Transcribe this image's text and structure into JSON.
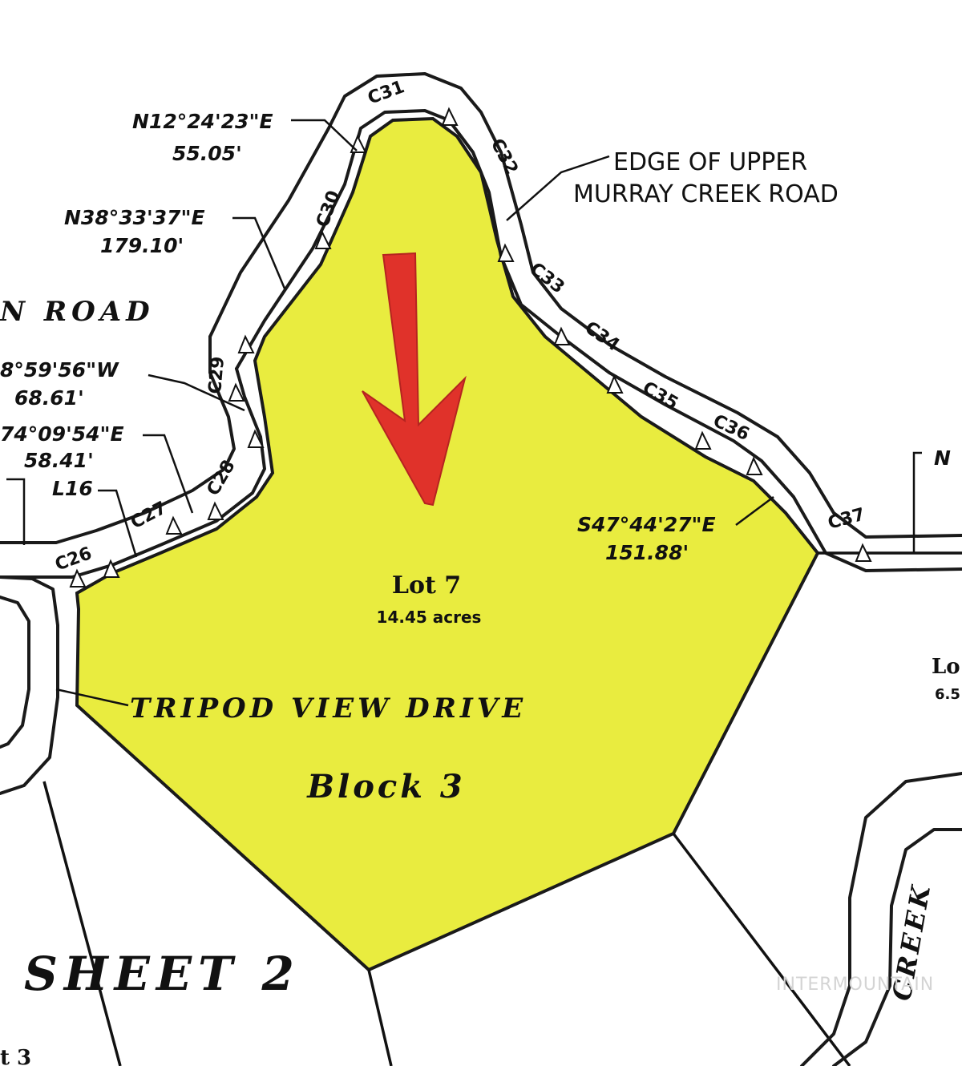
{
  "colors": {
    "lot_highlight": "#e9ec3f",
    "arrow": "#e0322a",
    "lines": "#111111",
    "background": "#ffffff"
  },
  "road_labels": {
    "upper_edge_line1": "EDGE OF UPPER",
    "upper_edge_line2": "MURRAY CREEK ROAD",
    "left_road": "N  ROAD",
    "tripod": "TRIPOD VIEW DRIVE",
    "creek": "CREEK"
  },
  "lot": {
    "name": "Lot 7",
    "area": "14.45 acres",
    "block": "Block 3"
  },
  "sheet_label": "SHEET 2",
  "bearings": [
    {
      "bearing": "N12°24'23\"E",
      "distance": "55.05'"
    },
    {
      "bearing": "N38°33'37\"E",
      "distance": "179.10'"
    },
    {
      "bearing": "8°59'56\"W",
      "distance": "68.61'"
    },
    {
      "bearing": "74°09'54\"E",
      "distance": "58.41'"
    },
    {
      "bearing": "S47°44'27\"E",
      "distance": "151.88'"
    }
  ],
  "line_label": "L16",
  "curves": [
    "C26",
    "C27",
    "C28",
    "C29",
    "C30",
    "C31",
    "C32",
    "C33",
    "C34",
    "C35",
    "C36",
    "C37"
  ],
  "edge_fragments": {
    "right_top": "N",
    "right_lot": "Lo",
    "right_lot_area": "6.5",
    "bottom_left": "t 3"
  },
  "watermark": "INTERMOUNTAIN"
}
